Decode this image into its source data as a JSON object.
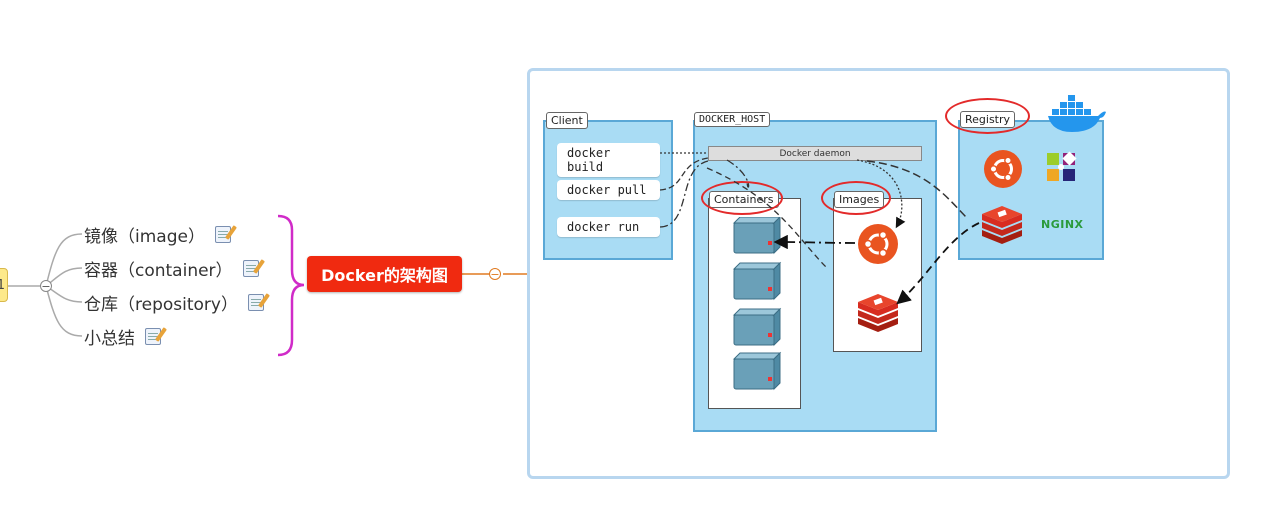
{
  "mindmap": {
    "central_topic": "Docker的架构图",
    "subtopics": [
      "镜像（image）",
      "容器（container）",
      "仓库（repository）",
      "小总结"
    ],
    "collapse_symbol": "−",
    "left_node_text": "1"
  },
  "diagram": {
    "client_label": "Client",
    "commands": [
      "docker build",
      "docker pull",
      "docker run"
    ],
    "host_label": "DOCKER_HOST",
    "daemon_label": "Docker daemon",
    "containers_label": "Containers",
    "images_label": "Images",
    "registry_label": "Registry",
    "nginx_text": "NGINX",
    "colors": {
      "box_fill": "#a9dcf4",
      "box_border": "#5aa8d6",
      "highlight_ring": "#e32a2a",
      "central_topic": "#f02a10",
      "branch_brace": "#d02bc8",
      "ubuntu": "#e95420",
      "redis": "#d82c20",
      "docker_whale": "#2496ed"
    }
  }
}
